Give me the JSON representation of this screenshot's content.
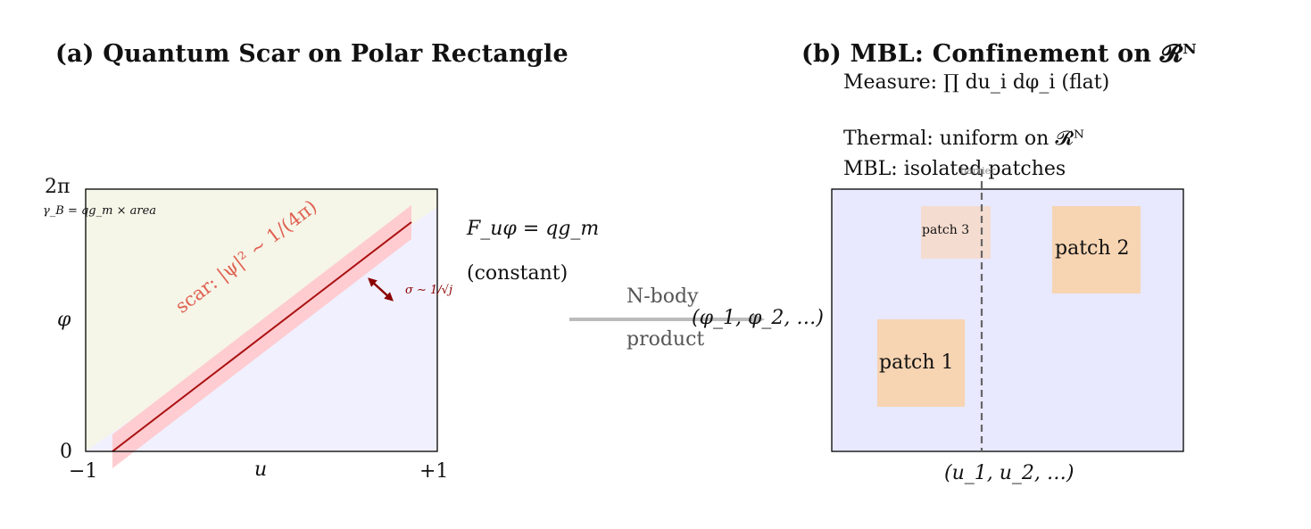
{
  "panel_a": {
    "title": "(a) Quantum Scar on Polar Rectangle",
    "y_top": "2π",
    "y_bottom": "0",
    "y_axis": "φ",
    "x_left": "−1",
    "x_right": "+1",
    "x_axis": "u",
    "berry_phase": "γ_B = qg_m × area",
    "scar_label": "scar: |ψ|² ∼ 1/(4π)",
    "sigma_label": "σ ∼ 1/√j",
    "field": "F_uφ = qg_m",
    "field_note": "(constant)"
  },
  "arrow": {
    "label_line1": "N-body",
    "label_line2": "product"
  },
  "panel_b": {
    "title": "(b) MBL: Confinement on 𝓡ᴺ",
    "measure": "Measure: ∏ du_i dφ_i (flat)",
    "thermal": "Thermal: uniform on 𝓡ᴺ",
    "mbl": "MBL: isolated patches",
    "barrier": "barrier",
    "y_axis": "(φ_1, φ_2, …)",
    "x_axis": "(u_1, u_2, …)",
    "patches": [
      {
        "label": "patch 1"
      },
      {
        "label": "patch 2"
      },
      {
        "label": "patch 3"
      }
    ]
  },
  "colors": {
    "upper_region": "#f5f5e8",
    "lower_region": "#f0f0ff",
    "scar_band": "#ffc8cc",
    "scar_line": "#aa1111",
    "sigma_arrow": "#8b0000",
    "panel_b_bg": "#e8e8ff",
    "patch": "#f7d4b2",
    "patch_faint": "#f5dcd0",
    "big_arrow": "#bbbbbb",
    "barrier_line": "#666666"
  }
}
